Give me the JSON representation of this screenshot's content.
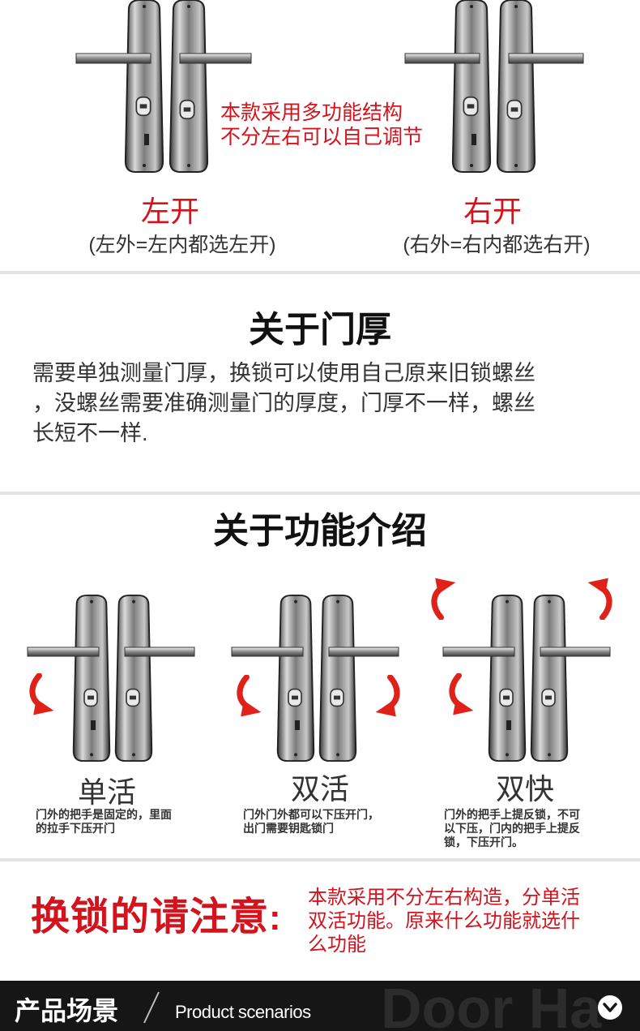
{
  "top": {
    "note_line1": "本款采用多功能结构",
    "note_line2": "不分左右可以自己调节",
    "left_label": "左开",
    "left_sub": "(左外=左内都选左开)",
    "right_label": "右开",
    "right_sub": "(右外=右内都选右开)"
  },
  "thickness": {
    "title": "关于门厚",
    "line1": "需要单独测量门厚，换锁可以使用自己原来旧锁螺丝",
    "line2": "，没螺丝需要准确测量门的厚度，门厚不一样，螺丝",
    "line3": "长短不一样."
  },
  "functions": {
    "title": "关于功能介绍",
    "items": [
      {
        "label": "单活",
        "desc1": "门外的把手是固定的，里面",
        "desc2": "的拉手下压开门"
      },
      {
        "label": "双活",
        "desc1": "门外门外都可以下压开门，",
        "desc2": "出门需要钥匙锁门"
      },
      {
        "label": "双快",
        "desc1": "门外的把手上提反锁，不可",
        "desc2": "以下压，门内的把手上提反",
        "desc3": "锁，下压开门。"
      }
    ]
  },
  "notice": {
    "title": "换锁的请注意",
    "colon": ":",
    "line1": "本款采用不分左右构造，分单活",
    "line2": "双活功能。原来什么功能就选什",
    "line3": "么功能"
  },
  "footer": {
    "title_cn": "产品场景",
    "title_en": "Product scenarios",
    "watermark": "Door Ha",
    "chevron_icon": "chevron-down-icon"
  },
  "colors": {
    "accent_red": "#d4131c",
    "footer_bg": "#161616"
  }
}
